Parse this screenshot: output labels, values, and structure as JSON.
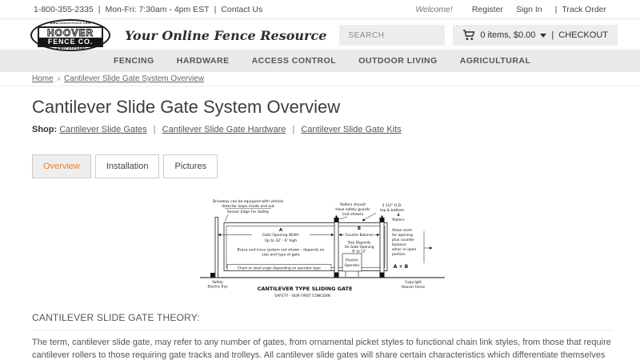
{
  "topbar": {
    "phone": "1-800-355-2335",
    "sep": "|",
    "hours": "Mon-Fri: 7:30am - 4pm EST",
    "contact": "Contact Us",
    "welcome": "Welcome!",
    "register": "Register",
    "signin": "Sign In",
    "track_sep": "|",
    "track": "Track Order"
  },
  "header": {
    "logo": {
      "arch": "www.hooverfence.com",
      "name": "HOOVER",
      "sub": "FENCE CO.",
      "phone": "1-800-355-2335"
    },
    "tagline": "Your Online Fence Resource",
    "search_placeholder": "SEARCH",
    "cart": "0 items, $0.00",
    "checkout_sep": "|",
    "checkout": "CHECKOUT"
  },
  "nav": {
    "items": [
      "FENCING",
      "HARDWARE",
      "ACCESS CONTROL",
      "OUTDOOR LIVING",
      "AGRICULTURAL"
    ]
  },
  "breadcrumb": {
    "home": "Home",
    "sep": "›",
    "current": "Cantilever Slide Gate System Overview"
  },
  "page": {
    "title": "Cantilever Slide Gate System Overview",
    "shop_label": "Shop:",
    "sep": "|",
    "shop_links": [
      "Cantilever Slide Gates",
      "Cantilever Slide Gate Hardware",
      "Cantilever Slide Gate Kits"
    ]
  },
  "tabs": [
    "Overview",
    "Installation",
    "Pictures"
  ],
  "diagram": {
    "note_driveway_1": "Driveway can be equipped with vehicle",
    "note_driveway_2": "detector loops inside and out",
    "note_sensor": "Sensor Edge For Safety",
    "note_rollers_1": "Rollers should",
    "note_rollers_2": "have safety guards",
    "note_rollers_3": "(not shown)",
    "note_od_1": "2 1/2\" O.D.",
    "note_od_2": "top & bottom",
    "note_four": "4",
    "note_four_rollers": "Rollers",
    "label_a": "A",
    "a_dim": "Gate Opening Width",
    "a_height": "Up to 32' - 6' high",
    "a_brace_1": "Brace and truss system not shown - depends on",
    "a_brace_2": "size and type of gate",
    "a_chain": "Chain or steel angle depending on operator type",
    "label_b": "B",
    "b_dim": "Counter Balance",
    "b_size_1": "Size Depends",
    "b_size_2": "On Gate Opening",
    "b_size_3": "8' to 12'",
    "operator_1": "Electric",
    "operator_2": "Operator",
    "allow_1": "Allow room",
    "allow_2": "for opening",
    "allow_3": "plus counter",
    "allow_4": "balance",
    "allow_5": "when in open",
    "allow_6": "postion",
    "allow_sum": "A + B",
    "eye_1": "Safety",
    "eye_2": "Electric Eye",
    "title": "CANTILEVER TYPE SLIDING GATE",
    "subtitle": "SAFETY - OUR FIRST CONCERN",
    "copyright_1": "Copyright",
    "copyright_2": "Hoover Fence"
  },
  "content": {
    "heading": "CANTILEVER SLIDE GATE THEORY:",
    "paragraph": "The term, cantilever slide gate, may refer to any number of gates, from ornamental picket styles to functional chain link styles, from those that require cantilever rollers to those requiring gate tracks and trolleys. All cantilever slide gates will share certain characteristics which differentiate themselves from other types of slide gates. Cantilever slide gates are unique from other types of slide gates in their construction, hardware choices, and design."
  },
  "colors": {
    "accent": "#e87f2f",
    "nav_bg": "#e9e9e9",
    "box_bg": "#ededed"
  }
}
